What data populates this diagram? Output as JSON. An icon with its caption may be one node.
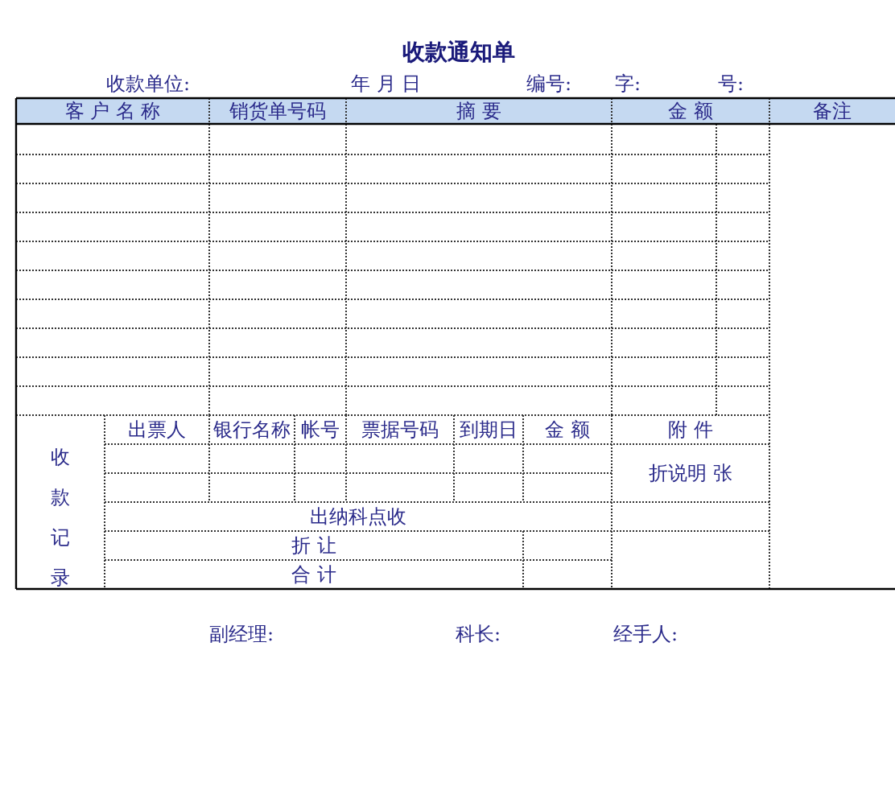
{
  "diagram": {
    "title": "收款通知单",
    "labels": [
      "收款单位:",
      "年 月 日",
      "编号:",
      "字:",
      "号:",
      "客 户 名 称",
      "销货单号码",
      "摘 要",
      "金 额",
      "备注",
      "收款记录",
      "出票人",
      "银行名称",
      "帐号",
      "票据号码",
      "到期日",
      "金 额",
      "附 件",
      "折说明 张",
      "出纳科点收",
      "折 让",
      "合 计",
      "副经理:",
      "科长:",
      "经手人:"
    ]
  }
}
